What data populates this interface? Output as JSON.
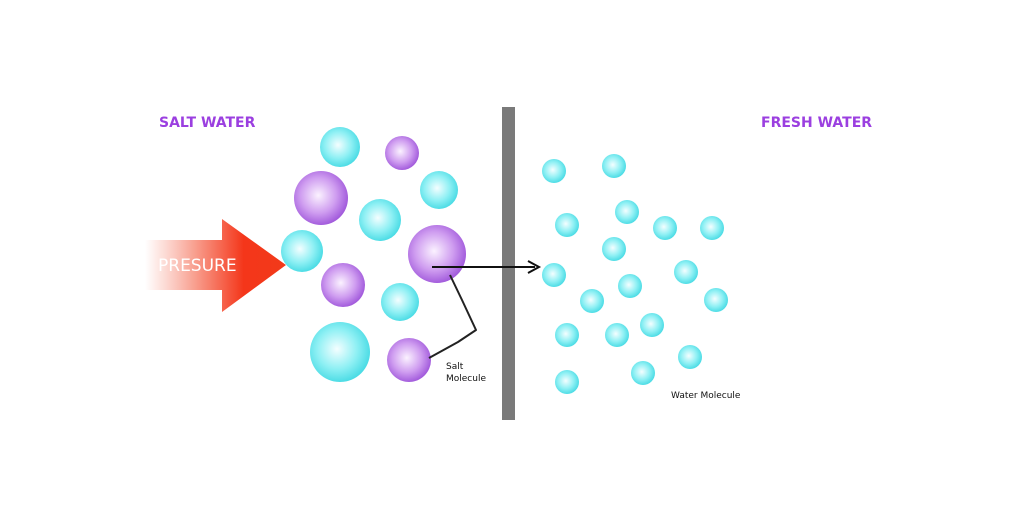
{
  "labels": {
    "salt_water": "SALT WATER",
    "fresh_water": "FRESH WATER",
    "pressure": "PRESURE",
    "salt_molecule_line1": "Salt",
    "salt_molecule_line2": "Molecule",
    "water_molecule": "Water Molecule"
  },
  "colors": {
    "title": "#9b3fe0",
    "water": "#5ce6ec",
    "salt": "#b06ee0",
    "membrane": "#7a7a7a",
    "arrow": "#f4361a"
  }
}
